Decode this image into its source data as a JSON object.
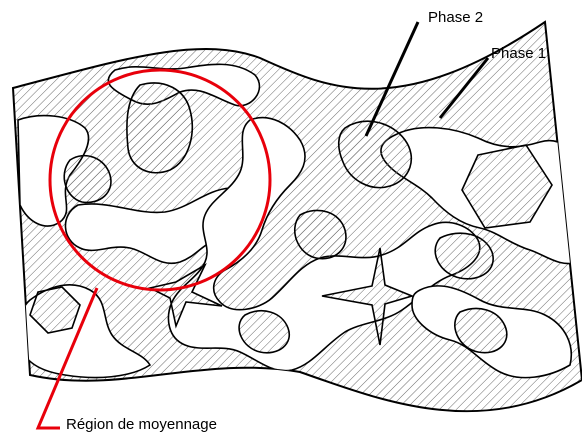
{
  "labels": {
    "phase2": "Phase 2",
    "phase1": "Phase 1",
    "averaging_region": "Région de moyennage"
  },
  "colors": {
    "outline": "#000000",
    "hatch": "#6b6b6b",
    "region": "#e8000b",
    "background": "#ffffff"
  }
}
